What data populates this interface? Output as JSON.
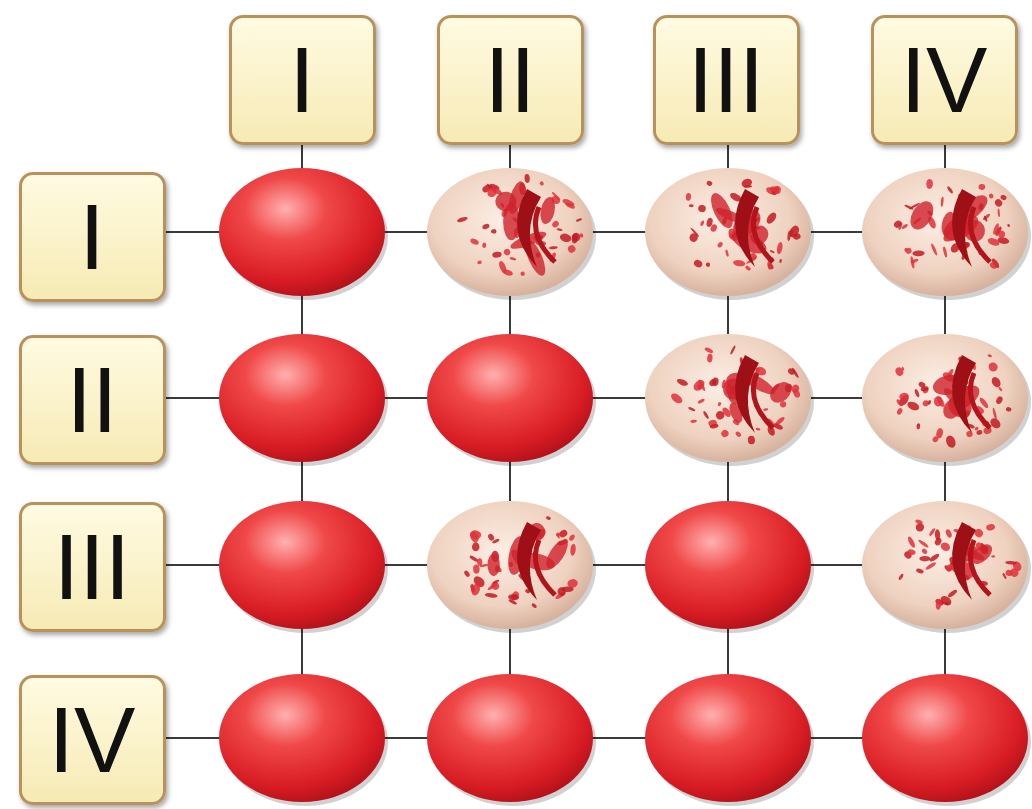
{
  "diagram": {
    "nodes": [
      {
        "text": [
          "I"
        ]
      },
      {
        "text": [
          "II"
        ]
      },
      {
        "text": [
          "III"
        ]
      },
      {
        "text": [
          "IV"
        ]
      },
      {
        "text": [
          "I"
        ]
      },
      {
        "text": [
          "II"
        ]
      },
      {
        "text": [
          "III"
        ]
      },
      {
        "text": [
          "IV"
        ]
      }
    ]
  }
}
